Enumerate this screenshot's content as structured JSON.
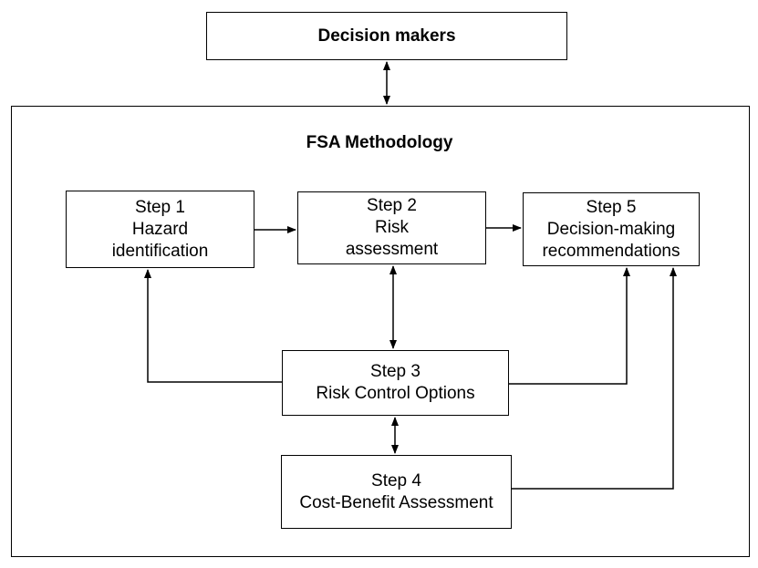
{
  "decision_makers": {
    "label": "Decision makers"
  },
  "fsa": {
    "title": "FSA Methodology",
    "steps": {
      "step1": {
        "number": "Step 1",
        "line1": "Hazard",
        "line2": "identification"
      },
      "step2": {
        "number": "Step 2",
        "line1": "Risk",
        "line2": "assessment"
      },
      "step3": {
        "number": "Step 3",
        "line1": "Risk Control Options"
      },
      "step4": {
        "number": "Step 4",
        "line1": "Cost-Benefit Assessment"
      },
      "step5": {
        "number": "Step 5",
        "line1": "Decision-making",
        "line2": "recommendations"
      }
    }
  },
  "colors": {
    "stroke": "#000000",
    "background": "#ffffff"
  }
}
